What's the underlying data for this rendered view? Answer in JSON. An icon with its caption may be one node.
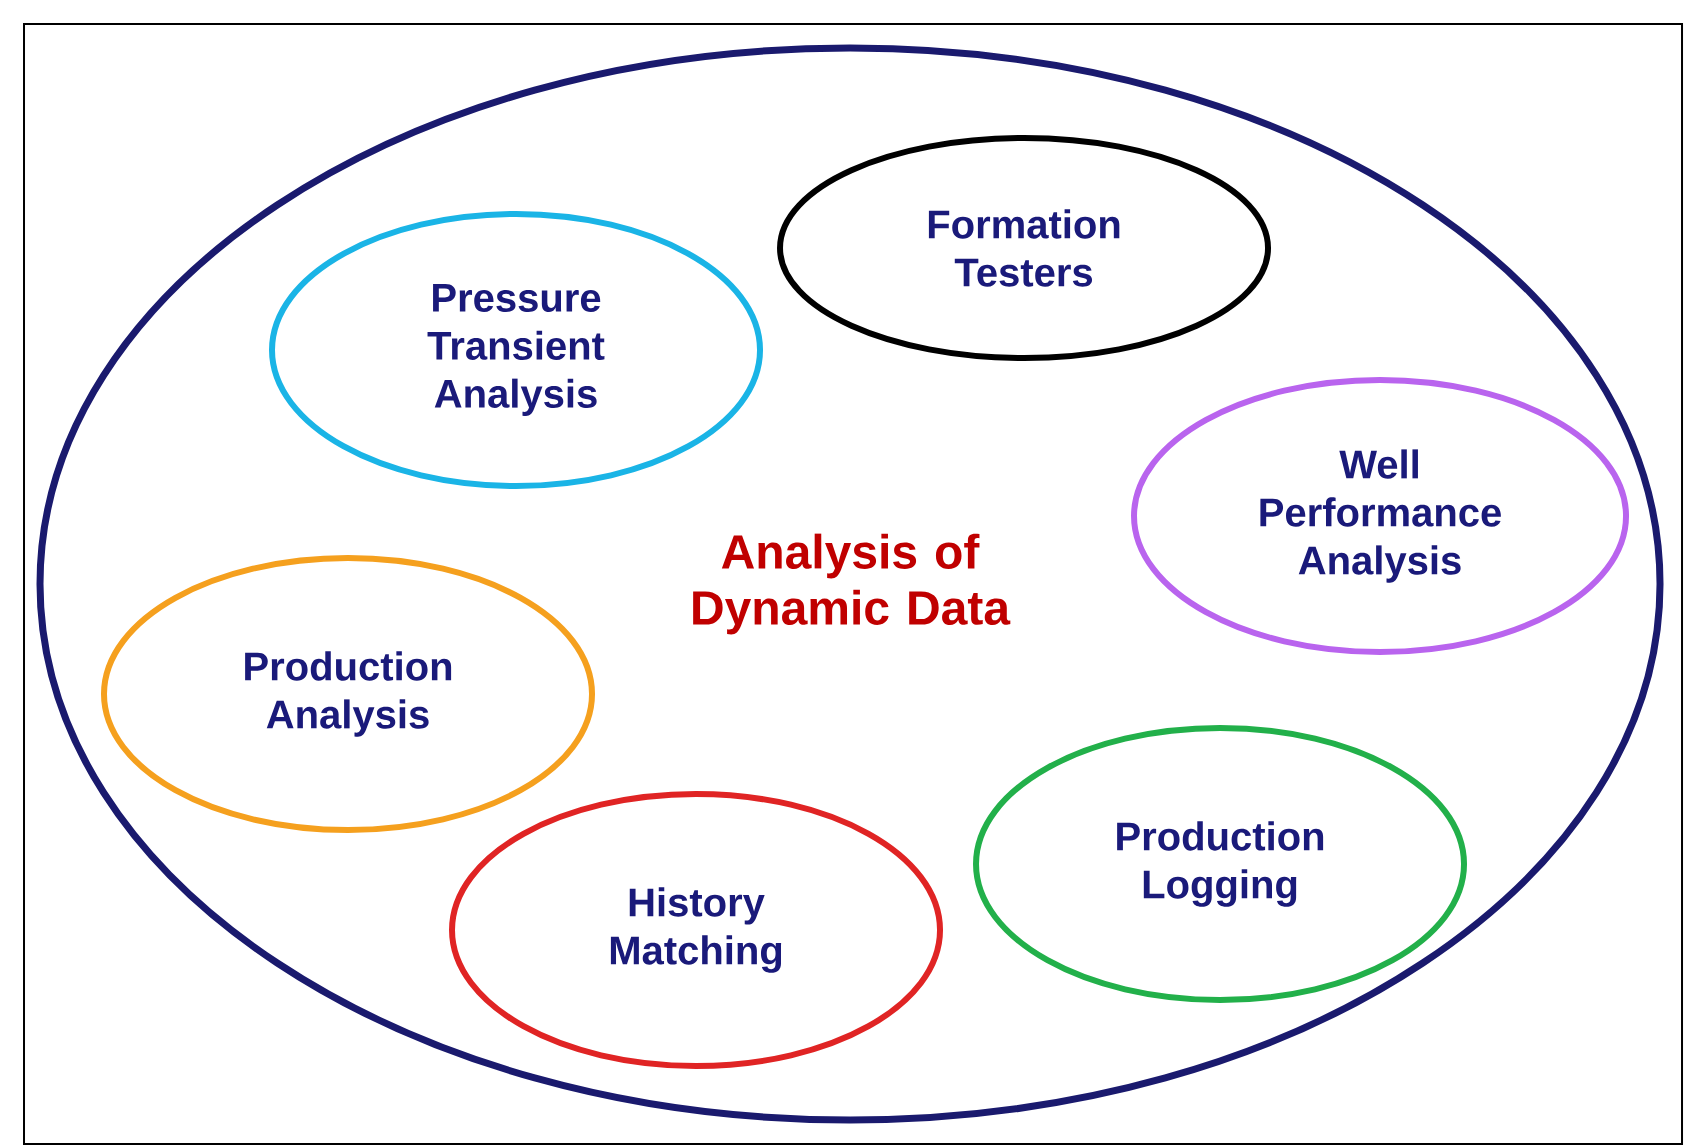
{
  "diagram": {
    "nodes": [
      {
        "text": [
          "Analysis of Dynamic Data"
        ]
      },
      {
        "text": [
          "Formation Testers"
        ],
        "in": 0
      },
      {
        "text": [
          "Pressure Transient Analysis"
        ],
        "in": 0
      },
      {
        "text": [
          "Well Performance Analysis"
        ],
        "in": 0
      },
      {
        "text": [
          "Production Analysis"
        ],
        "in": 0
      },
      {
        "text": [
          "Production Logging"
        ],
        "in": 0
      },
      {
        "text": [
          "History Matching"
        ],
        "in": 0
      }
    ]
  }
}
